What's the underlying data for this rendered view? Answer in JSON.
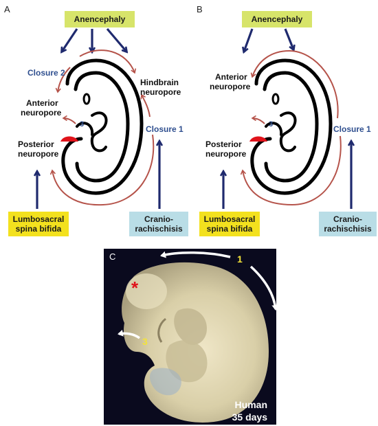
{
  "panels": {
    "a": {
      "letter": "A",
      "anencephaly": "Anencephaly",
      "closure2": "Closure 2",
      "closure1": "Closure 1",
      "closure3": "3",
      "hindbrain_line1": "Hindbrain",
      "hindbrain_line2": "neuropore",
      "anterior_line1": "Anterior",
      "anterior_line2": "neuropore",
      "posterior_line1": "Posterior",
      "posterior_line2": "neuropore",
      "lumbosacral_line1": "Lumbosacral",
      "lumbosacral_line2": "spina bifida",
      "cranio_line1": "Cranio-",
      "cranio_line2": "rachischisis"
    },
    "b": {
      "letter": "B",
      "anencephaly": "Anencephaly",
      "closure1": "Closure 1",
      "closure3": "3",
      "anterior_line1": "Anterior",
      "anterior_line2": "neuropore",
      "posterior_line1": "Posterior",
      "posterior_line2": "neuropore",
      "lumbosacral_line1": "Lumbosacral",
      "lumbosacral_line2": "spina bifida",
      "cranio_line1": "Cranio-",
      "cranio_line2": "rachischisis"
    },
    "c": {
      "letter": "C",
      "asterisk": "*",
      "label1": "1",
      "label3": "3",
      "caption_line1": "Human",
      "caption_line2": "35 days"
    }
  },
  "colors": {
    "navy": "#1f2a6e",
    "closure_red": "#b5534a",
    "label_blue": "#2f4f8f",
    "neuropore_red": "#e0131b",
    "anencephaly_box": "#d7e46a",
    "spina_bifida_box": "#f3e11e",
    "cranio_box": "#b9dde6",
    "photo_bg": "#0a0a1e",
    "photo_label_yellow": "#f4e33a"
  }
}
